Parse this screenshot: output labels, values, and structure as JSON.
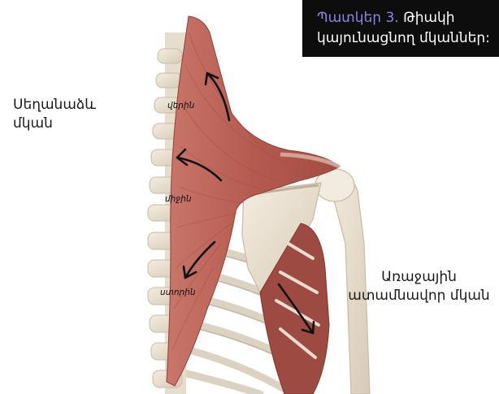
{
  "caption": {
    "figure_label": "Պատկեր 3.",
    "title_part1": "Թիակի",
    "title_part2": "կայունացնող մկաններ:"
  },
  "labels": {
    "trapezius": [
      "Սեղանաձև",
      "մկան"
    ],
    "serratus_anterior": [
      "Առաջային",
      "ատամնավոր մկան"
    ]
  },
  "regions": {
    "upper": "վերին",
    "middle": "միջին",
    "lower": "ստորին"
  },
  "colors": {
    "muscle": "#b55a4f",
    "muscle_dark": "#8f3f37",
    "bone": "#ece3d3",
    "bone_shadow": "#c8bba6",
    "caption_bg": "#0d0d0d",
    "figure_label": "#8a86e6"
  }
}
